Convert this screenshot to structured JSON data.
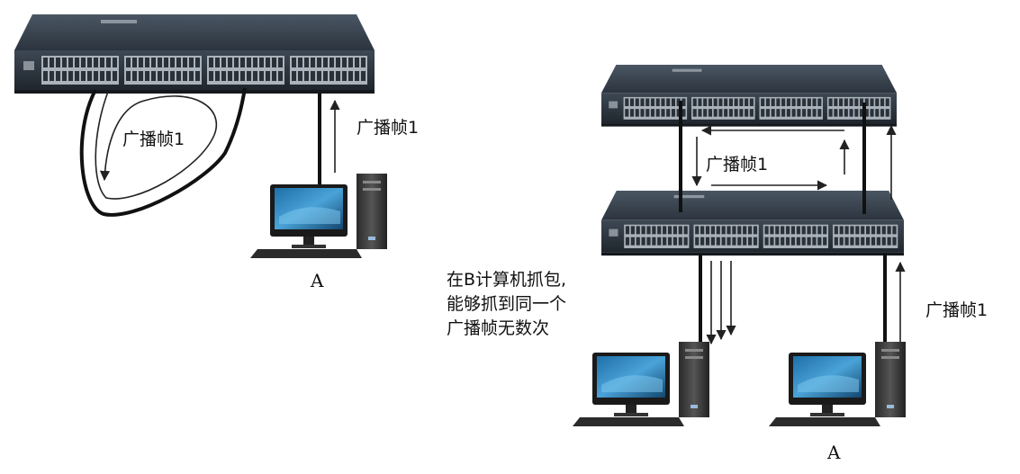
{
  "left_scene": {
    "loop_label": "广播帧1",
    "uplink_label": "广播帧1",
    "host_label": "A"
  },
  "right_scene": {
    "between_switches_label": "广播帧1",
    "uplink_label": "广播帧1",
    "host_a_label": "A",
    "note_lines": [
      "在B计算机抓包,",
      "能够抓到同一个",
      "广播帧无数次"
    ]
  },
  "colors": {
    "switch_body": "#3a4552",
    "switch_top": "#2a333d",
    "port_panel": "#9aa4ad",
    "cable": "#111111",
    "arrow": "#222222"
  }
}
